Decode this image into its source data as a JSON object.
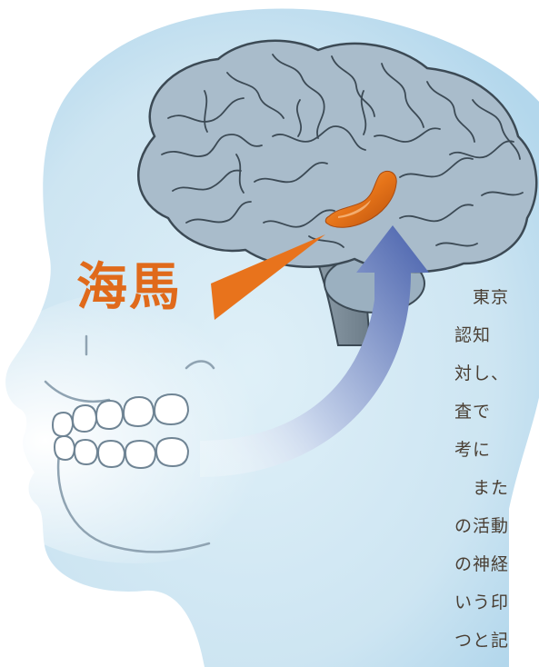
{
  "labels": {
    "hippocampus": "海馬"
  },
  "body_text": {
    "lines": [
      "東京",
      "認知",
      "対し、",
      "査で",
      "考に",
      "また",
      "の活動",
      "の神経",
      "いう印",
      "つと記"
    ]
  },
  "icons": {
    "head": "head-silhouette-icon",
    "brain": "brain-icon",
    "hippocampus": "hippocampus-icon",
    "teeth": "teeth-icon",
    "arrow": "curved-arrow-icon",
    "pointer": "pointer-wedge-icon"
  },
  "colors": {
    "head_fill": "#cfe6f3",
    "head_fill_dark": "#a9d1ea",
    "brain_fill": "#a9bccb",
    "brain_stroke": "#3c4a55",
    "hippocampus": "#e8731c",
    "label": "#e06a1b",
    "arrow_start": "#e3ebf6",
    "arrow_end": "#5169b0",
    "text": "#4a3f34"
  }
}
